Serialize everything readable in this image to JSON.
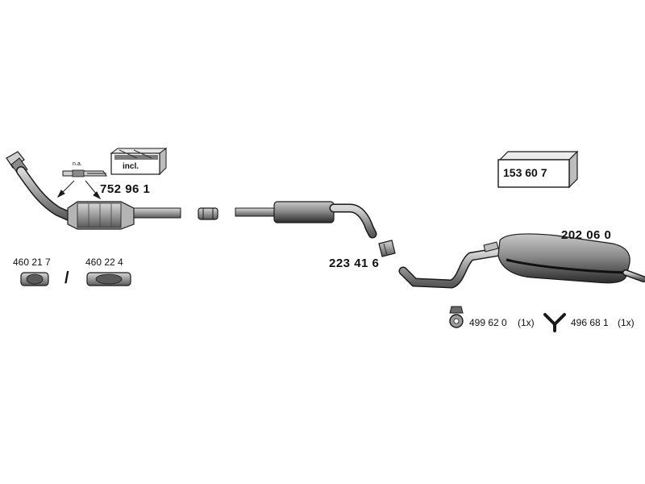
{
  "parts": {
    "catalytic_converter": "752 96 1",
    "not_available_note": "n.a.",
    "included_note": "incl.",
    "front_connector_pipe": "223 41 6",
    "rear_silencer": "202 06 0",
    "box_part": "153 60 7",
    "flex_pipe_a": "460 21 7",
    "separator": "/",
    "flex_pipe_b": "460 22 4",
    "rubber_mount": "499 62 0",
    "rubber_mount_qty": "(1x)",
    "hanger": "496 68 1",
    "hanger_qty": "(1x)"
  },
  "colors": {
    "part_fill": "#9a9a9a",
    "part_dark": "#3a3a3a",
    "outline": "#1a1a1a"
  }
}
